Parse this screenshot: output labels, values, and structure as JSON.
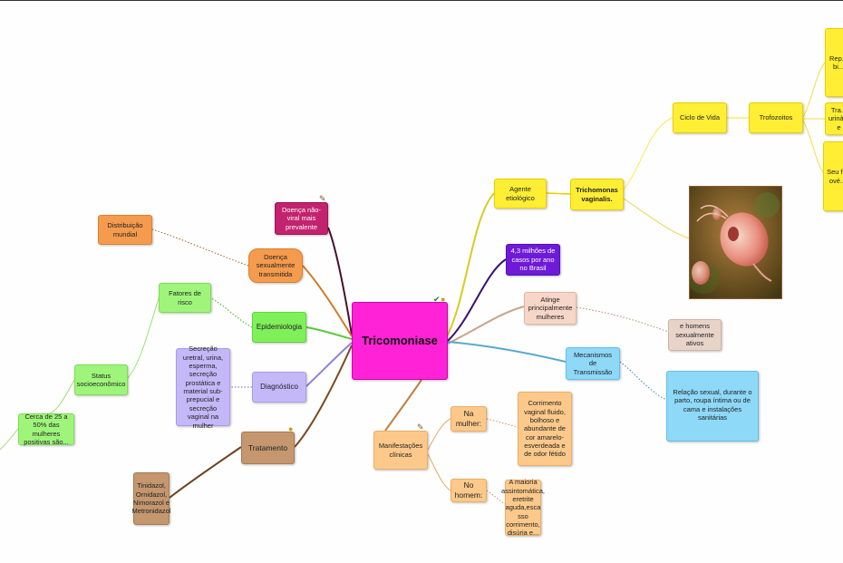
{
  "central": "Tricomoniase",
  "nodes": {
    "agente": "Agente etiológico",
    "trichomonas": "Trichomonas vaginalis.",
    "ciclo": "Ciclo de Vida",
    "trofozoitos": "Trofozoitos",
    "rep": "Rep... bi...",
    "tra": "Tra... urinà... e",
    "seu": "Seu f... ové...",
    "casos": "4,3 milhões de casos por ano no Brasil",
    "atinge": "Atinge principalmente mulheres",
    "homens": "e homens sexualmente ativos",
    "mecanismos": "Mecanismos de Transmissão",
    "relacao": "Relação sexual, durante o parto, roupa íntima ou de cama e instalações sanitárias",
    "doenca_nao_viral": "Doença não-viral mais prevalente",
    "doenca_sexual": "Doença sexualmente transmitida",
    "distribuicao": "Distribuição mundial",
    "epidemiologia": "Epidemiologia",
    "fatores": "Fatores de risco",
    "status": "Status socioeconômico",
    "cerca": "Cerca de 25 a 50% das mulheres positivas são...",
    "diagnostico": "Diagnóstico",
    "secrecao": "Secreção uretral, urina, esperma, secreção prostática e material sub-prepucial e secreção vaginal na mulher",
    "tratamento": "Tratamento",
    "tinidazol": "Tinidazol, Ornidazol, Nimorazol e Metronidazol",
    "manifestacoes": "Manifestações clínicas",
    "na_mulher": "Na mulher:",
    "corrimento": "Corrimento vaginal fluido, bolhoso e abundante de cor amarelo-esverdeada e de odor fétido",
    "no_homem": "No homem:",
    "assintomatica": "A maioria assintomática, eretrite aguda,esca sso corrimento, disúria e..."
  },
  "colors": {
    "central": "#ff22d6",
    "yellow": "#ffee33",
    "orange": "#f59b4e",
    "peach": "#fcc98a",
    "green": "#7ff05a",
    "lavender": "#c4b8f8",
    "tan": "#c4976e",
    "blue": "#8ed8f8",
    "purple": "#6e1ad8",
    "magenta": "#c2226e"
  },
  "icons": {
    "check": "check-icon",
    "pencil": "pencil-icon",
    "bulb": "lightbulb-icon"
  }
}
